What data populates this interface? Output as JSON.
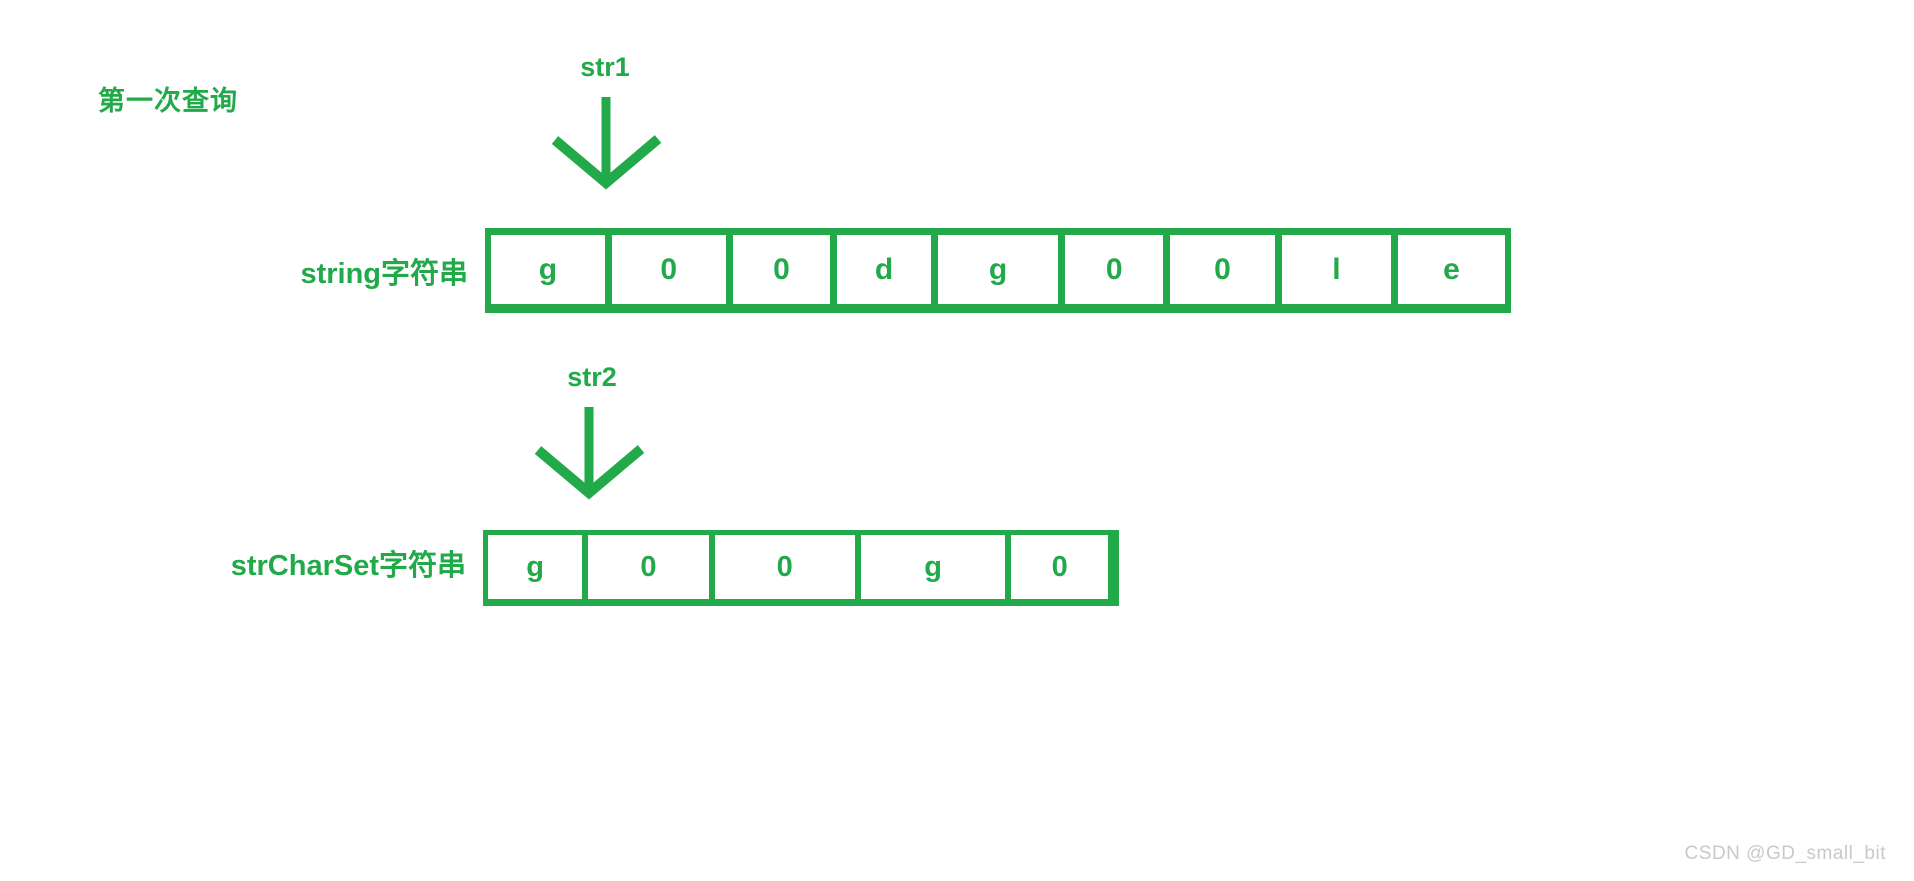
{
  "diagram": {
    "section_title": "第一次查询",
    "accent_color": "#22a94a",
    "background_color": "#ffffff",
    "rows": [
      {
        "id": "string",
        "label": "string字符串",
        "pointer_label": "str1",
        "pointer_index": 0,
        "cells": [
          "g",
          "0",
          "0",
          "d",
          "g",
          "0",
          "0",
          "l",
          "e"
        ],
        "cell_count": 9
      },
      {
        "id": "strCharSet",
        "label": "strCharSet字符串",
        "pointer_label": "str2",
        "pointer_index": 0,
        "cells": [
          "g",
          "0",
          "0",
          "g",
          "0"
        ],
        "cell_count": 5
      }
    ]
  },
  "watermark": {
    "text": "CSDN @GD_small_bit",
    "color": "#c9c9c9"
  }
}
